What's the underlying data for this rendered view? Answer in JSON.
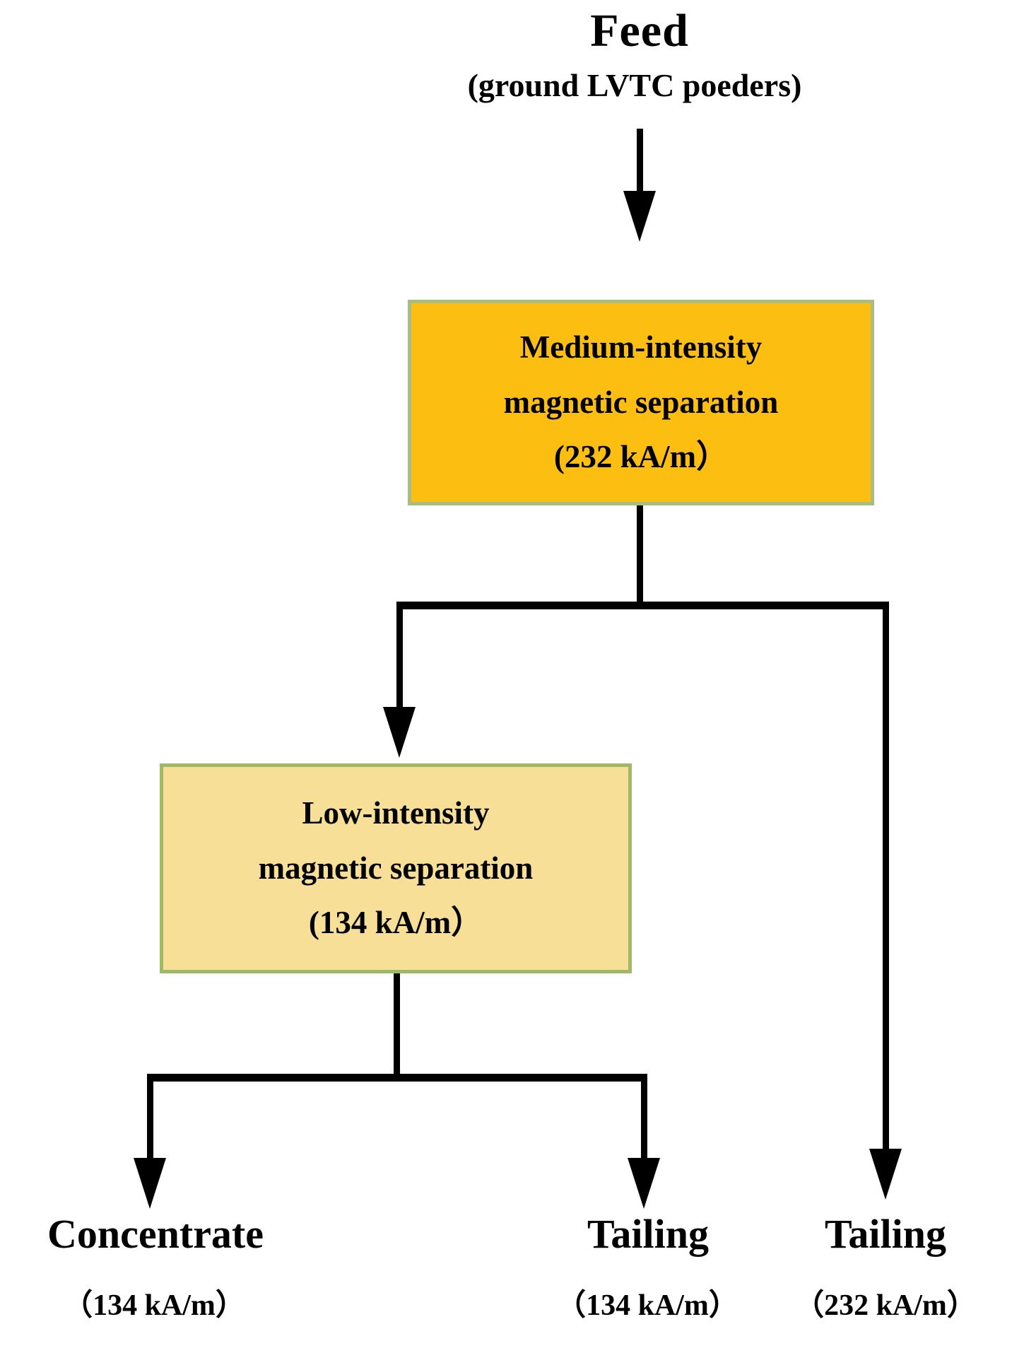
{
  "flowchart": {
    "feed": {
      "title": "Feed",
      "subtitle": "(ground LVTC poeders)"
    },
    "medium_box": {
      "line1": "Medium-intensity",
      "line2": "magnetic separation",
      "line3": "(232 kA/m）"
    },
    "low_box": {
      "line1": "Low-intensity",
      "line2": "magnetic separation",
      "line3": "(134 kA/m）"
    },
    "outputs": {
      "concentrate": {
        "label": "Concentrate",
        "condition": "（134 kA/m）"
      },
      "tailing_low": {
        "label": "Tailing",
        "condition": "（134 kA/m）"
      },
      "tailing_medium": {
        "label": "Tailing",
        "condition": "（232 kA/m）"
      }
    },
    "colors": {
      "medium_box_fill": "#FCBE11",
      "low_box_fill": "#F7DF97",
      "medium_box_border": "#A9BC82",
      "low_box_border": "#9EB968",
      "line": "#000000",
      "background": "#FFFFFF"
    }
  }
}
